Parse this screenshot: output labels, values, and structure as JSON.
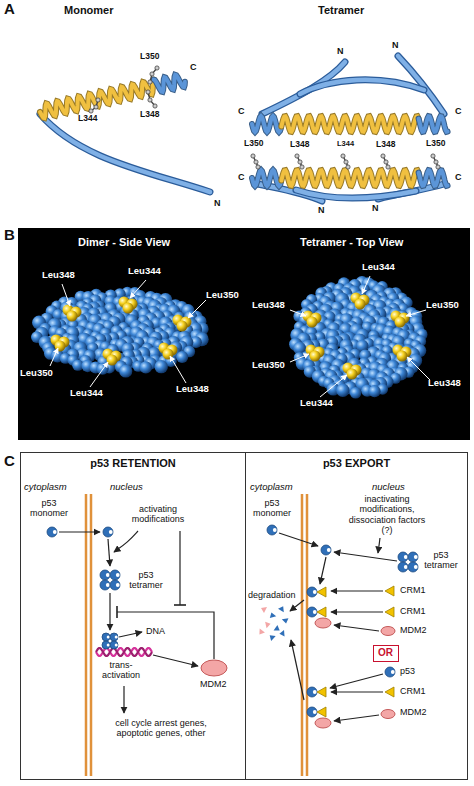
{
  "diagram": {
    "nodes": [
      {
        "text": [
          "Dimer - Side View",
          "Tetramer - Top View"
        ]
      },
      {
        "text": [
          "p53 RETENTION"
        ]
      },
      {
        "text": [
          "p53 EXPORT"
        ]
      },
      {
        "text": [
          "OR"
        ],
        "in": 2
      }
    ],
    "labels": [
      "A",
      "Monomer",
      "Tetramer",
      "N",
      "N",
      "L350",
      "C",
      "C",
      "C",
      "L344",
      "L348",
      "L350",
      "L348",
      "L344",
      "L348",
      "L350",
      "C",
      "C",
      "N",
      "N",
      "N",
      "B",
      "Leu348",
      "Leu344",
      "Leu350",
      "Leu350",
      "Leu344",
      "Leu348",
      "Leu344",
      "Leu348",
      "Leu350",
      "Leu350",
      "Leu344",
      "Leu348",
      "C",
      "cytoplasm",
      "nucleus",
      "p53 monomer",
      "activating modifications",
      "p53 tetramer",
      "DNA",
      "trans- activation",
      "MDM2",
      "cell cycle arrest genes, apoptotic genes, other",
      "cytoplasm",
      "nucleus",
      "p53 monomer",
      "inactivating modifications, dissociation factors (?)",
      "p53 tetramer",
      "degradation",
      "CRM1",
      "CRM1",
      "MDM2",
      "p53",
      "CRM1",
      "MDM2"
    ]
  }
}
